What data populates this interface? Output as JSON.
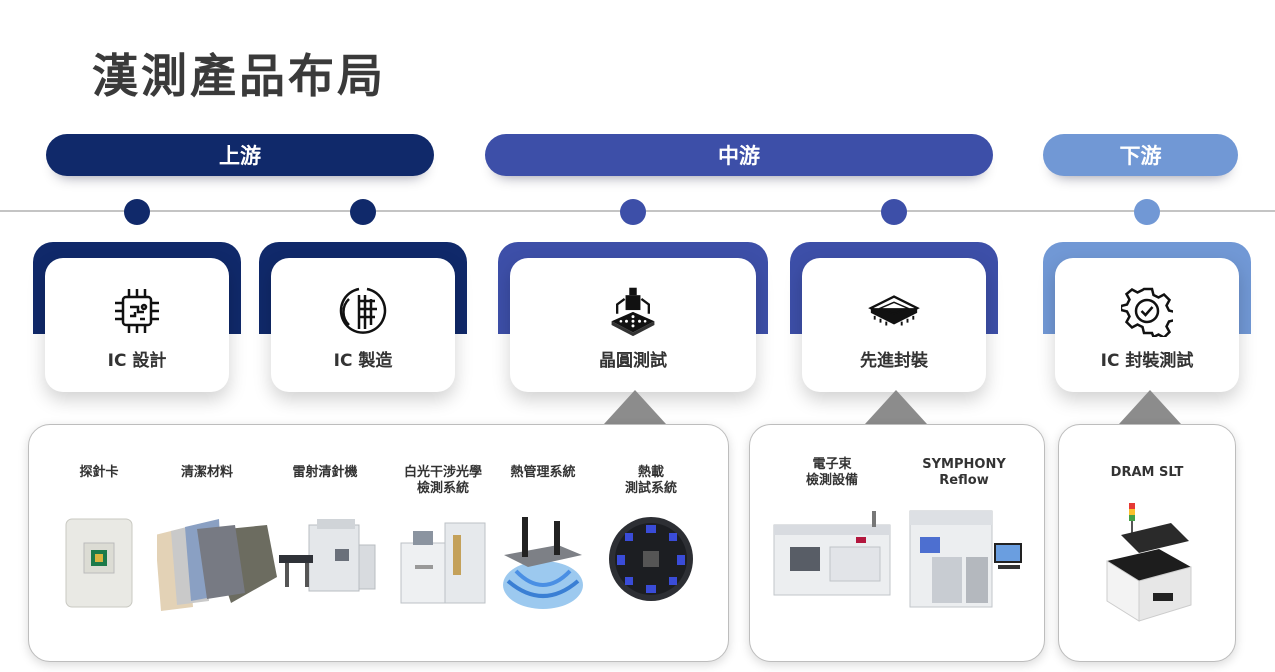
{
  "title": "漢測產品布局",
  "colors": {
    "upstream": "#10296a",
    "midstream": "#3d4fa8",
    "downstream": "#7198d5",
    "timeline": "#c4c4c4"
  },
  "stages": {
    "upstream": "上游",
    "midstream": "中游",
    "downstream": "下游"
  },
  "categories": [
    {
      "label": "IC 設計",
      "icon": "chip-icon"
    },
    {
      "label": "IC 製造",
      "icon": "fab-icon"
    },
    {
      "label": "晶圓測試",
      "icon": "probe-station-icon"
    },
    {
      "label": "先進封裝",
      "icon": "package-chip-icon"
    },
    {
      "label": "IC 封裝測試",
      "icon": "gear-check-icon"
    }
  ],
  "wafer_products": [
    {
      "label": "探針卡",
      "image": "probe-card-image"
    },
    {
      "label": "清潔材料",
      "image": "cleaning-material-image"
    },
    {
      "label": "雷射清針機",
      "image": "laser-cleaner-image"
    },
    {
      "label": "白光干涉光學\n檢測系統",
      "image": "white-light-system-image"
    },
    {
      "label": "熱管理系統",
      "image": "thermal-system-image"
    },
    {
      "label": "熱載\n測試系統",
      "image": "thermal-load-image"
    }
  ],
  "packaging_products": [
    {
      "label": "電子束\n檢測設備",
      "image": "ebeam-machine-image"
    },
    {
      "label": "SYMPHONY\nReflow",
      "image": "reflow-machine-image"
    }
  ],
  "test_products": [
    {
      "label": "DRAM SLT",
      "image": "dram-slt-image"
    }
  ]
}
